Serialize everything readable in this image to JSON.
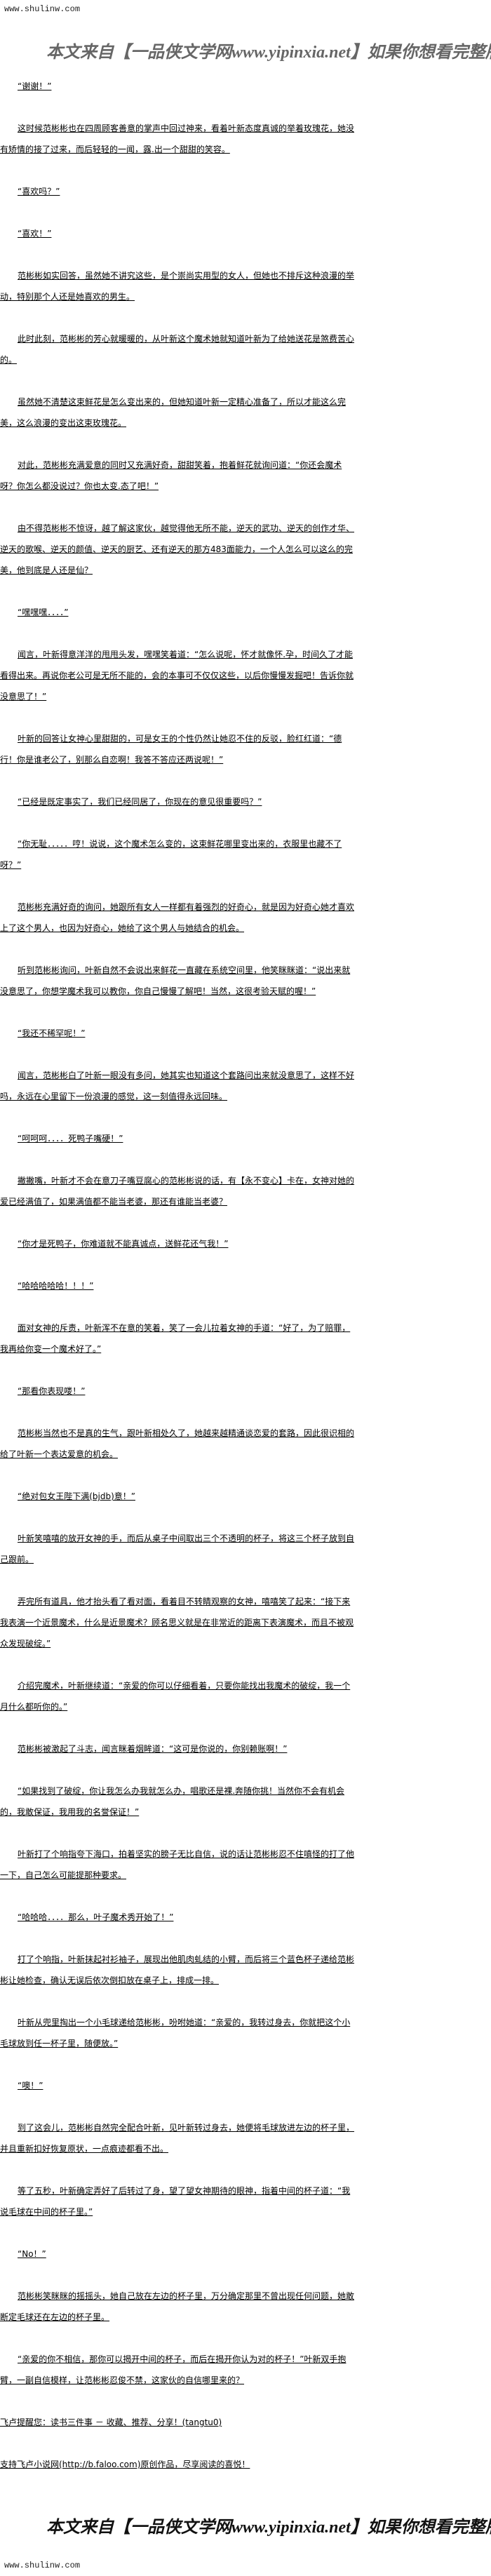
{
  "site_url": "www.shulinw.com",
  "banner_text": "本文来自【一品侠文学网www.yipinxia.net】如果你想看完整版小说，请",
  "paragraphs": [
    "“谢谢！”",
    "这时候范彬彬也在四周顾客善意的掌声中回过神来，看着叶新态度真诚的举着玫瑰花，她没有矫情的接了过来，而后轻轻的一闻，露.出一个甜甜的笑容。",
    "“喜欢吗？”",
    "“喜欢！”",
    "范彬彬如实回答，虽然她不讲究这些，是个崇尚实用型的女人，但她也不排斥这种浪漫的举动，特别那个人还是她喜欢的男生。",
    "此时此刻，范彬彬的芳心就暖暖的，从叶新这个魔术她就知道叶新为了给她送花是煞费苦心的。",
    "虽然她不清楚这束鲜花是怎么变出来的，但她知道叶新一定精心准备了，所以才能这么完美，这么浪漫的变出这束玫瑰花。",
    "对此，范彬彬充满爱意的同时又充满好奇，甜甜笑着，抱着鲜花就询问道：“你还会魔术呀？你怎么都没说过？你也太变.态了吧！”",
    "由不得范彬彬不惊讶，越了解这家伙，越觉得他无所不能，逆天的武功、逆天的创作才华、逆天的歌喉、逆天的颜值、逆天的厨艺、还有逆天的那方483面能力，一个人怎么可以这么的完美，他到底是人还是仙？",
    "“嘿嘿嘿．．．．”",
    "闻言，叶新得意洋洋的甩甩头发，嘿嘿笑着道：“怎么说呢，怀才就像怀.孕，时间久了才能看得出来。再说你老公可是无所不能的，会的本事可不仅仅这些，以后你慢慢发掘吧！告诉你就没意思了！”",
    "叶新的回答让女神心里甜甜的，可是女王的个性仍然让她忍不住的反驳，脸红红道：“德行！你是谁老公了，别那么自恋啊！我答不答应还两说呢！”",
    "“已经是既定事实了，我们已经同居了，你现在的意见很重要吗？”",
    "“你无耻．．．．．哼！说说，这个魔术怎么变的，这束鲜花哪里变出来的，衣服里也藏不了呀？”",
    "范彬彬充满好奇的询问，她跟所有女人一样都有着强烈的好奇心，就是因为好奇心她才喜欢上了这个男人，也因为好奇心，她给了这个男人与她结合的机会。",
    "听到范彬彬询问，叶新自然不会说出来鲜花一直藏在系统空间里，他笑眯眯道：“说出来就没意思了，你想学魔术我可以教你，你自己慢慢了解吧！当然，这很考验天赋的喔！”",
    "“我还不稀罕呢！”",
    "闻言，范彬彬白了叶新一眼没有多问，她其实也知道这个套路问出来就没意思了，这样不好吗，永远在心里留下一份浪漫的感觉，这一刻值得永远回味。",
    "“呵呵呵．．．．死鸭子嘴硬！”",
    "撇撇嘴，叶新才不会在意刀子嘴豆腐心的范彬彬说的话，有【永不变心】卡在，女神对她的爱已经满值了，如果满值都不能当老婆，那还有谁能当老婆？",
    "“你才是死鸭子，你难道就不能真诚点，送鲜花还气我！”",
    "“哈哈哈哈哈！！！”",
    "面对女神的斥责，叶新浑不在意的笑着，笑了一会儿拉着女神的手道：“好了，为了赔罪，我再给你变一个魔术好了。”",
    "“那看你表现喽！”",
    "范彬彬当然也不是真的生气，跟叶新相处久了，她越来越精通谈恋爱的套路，因此很识相的给了叶新一个表达爱意的机会。",
    "“绝对包女王陛下满(bjdb)意！”",
    "叶新笑嘻嘻的放开女神的手，而后从桌子中间取出三个不透明的杯子，将这三个杯子放到自己跟前。",
    "弄完所有道具，他才抬头看了看对面，看着目不转睛观察的女神，嘻嘻笑了起来：“接下来我表演一个近景魔术，什么是近景魔术？顾名思义就是在非常近的距离下表演魔术，而且不被观众发现破绽。”",
    "介绍完魔术，叶新继续道：“亲爱的你可以仔细看着，只要你能找出我魔术的破绽，我一个月什么都听你的。”",
    "范彬彬被激起了斗志，闻言眯着烟眸道：“这可是你说的，你别赖账啊！”",
    "“如果找到了破绽，你让我怎么办我就怎么办，唱歌还是裸.奔随你挑！当然你不会有机会的，我敢保证，我用我的名誉保证！”",
    "叶新打了个响指夸下海口，拍着坚实的膀子无比自信，说的话让范彬彬忍不住嗔怪的打了他一下，自己怎么可能提那种要求。",
    "“哈哈哈．．．．那么，叶子魔术秀开始了！”",
    "打了个响指，叶新抹起衬衫袖子，展现出他肌肉虬结的小臂，而后将三个蓝色杯子递给范彬彬让她检查，确认无误后依次倒扣放在桌子上，排成一排。",
    "叶新从兜里掏出一个小毛球递给范彬彬，吩咐她道：“亲爱的，我转过身去，你就把这个小毛球放到任一杯子里，随便放。”",
    "“噢！”",
    "到了这会儿，范彬彬自然完全配合叶新，见叶新转过身去，她便将毛球放进左边的杯子里，并且重新扣好恢复原状，一点痕迹都看不出。",
    "等了五秒，叶新确定弄好了后转过了身，望了望女神期待的眼神，指着中间的杯子道：“我说毛球在中间的杯子里。”",
    "“No！”",
    "范彬彬笑眯眯的摇摇头，她自己放在左边的杯子里，万分确定那里不曾出现任何问题，她敢断定毛球还在左边的杯子里。",
    "“亲爱的你不相信，那你可以揭开中间的杯子，而后在揭开你认为对的杯子！”叶新双手抱臂，一副自信模样，让范彬彬忍俊不禁，这家伙的自信哪里来的？"
  ],
  "footer": {
    "reminder": "飞卢提醒您：读书三件事 － 收藏、推荐、分享！(tangtu0)",
    "support": "支持飞卢小说网(http://b.faloo.com)原创作品，尽享阅读的喜悦！"
  }
}
